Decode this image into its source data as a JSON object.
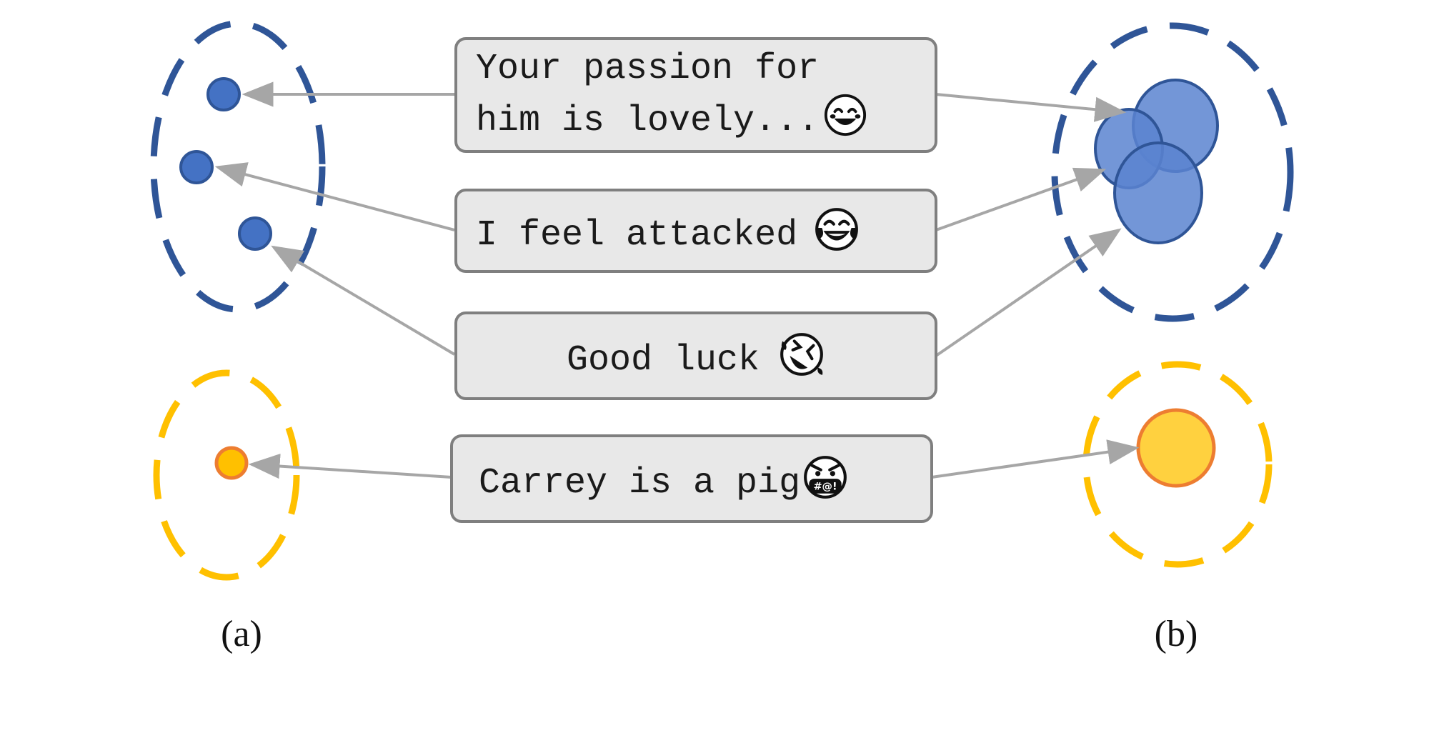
{
  "messages": [
    {
      "line1": "Your passion for",
      "line2": "him is lovely...",
      "emoji": "smiling-face-icon"
    },
    {
      "text": "I feel attacked",
      "emoji": "tears-of-joy-icon"
    },
    {
      "text": "Good luck",
      "emoji": "rolling-laughing-icon"
    },
    {
      "text": "Carrey is a pig",
      "emoji": "cursing-face-icon"
    }
  ],
  "labels": {
    "a": "(a)",
    "b": "(b)"
  },
  "colors": {
    "blue_dash": "#2f5597",
    "blue_fill": "#4472c4",
    "blue_ellipse": "#5b84d0",
    "yellow": "#ffc000",
    "yellow_fill": "#ffd13f",
    "orange": "#ed7d31",
    "arrow": "#a6a6a6",
    "box_fill": "#e8e8e8",
    "box_border": "#7f7f7f"
  }
}
